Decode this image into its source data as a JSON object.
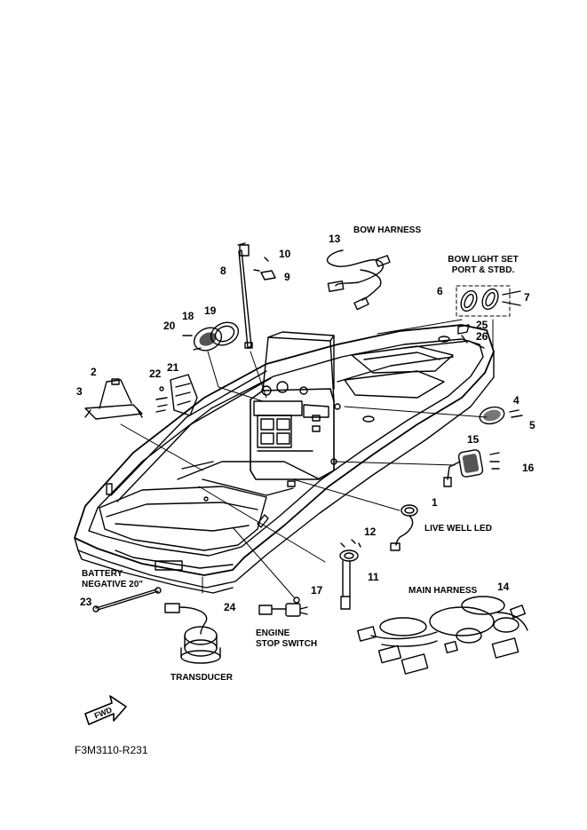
{
  "labels": {
    "bow_harness": "BOW HARNESS",
    "bow_light_set": [
      "BOW LIGHT SET",
      "PORT & STBD."
    ],
    "live_well_led": "LIVE WELL LED",
    "battery_negative": [
      "BATTERY",
      "NEGATIVE 20\""
    ],
    "main_harness": "MAIN HARNESS",
    "engine_stop_switch": [
      "ENGINE",
      "STOP SWITCH"
    ],
    "transducer": "TRANSDUCER",
    "fwd": "FWD"
  },
  "part_numbers": [
    "1",
    "2",
    "3",
    "4",
    "5",
    "6",
    "7",
    "8",
    "9",
    "10",
    "11",
    "12",
    "13",
    "14",
    "15",
    "16",
    "17",
    "18",
    "19",
    "20",
    "21",
    "22",
    "23",
    "24",
    "25",
    "26"
  ],
  "diagram_code": "F3M3110-R231"
}
